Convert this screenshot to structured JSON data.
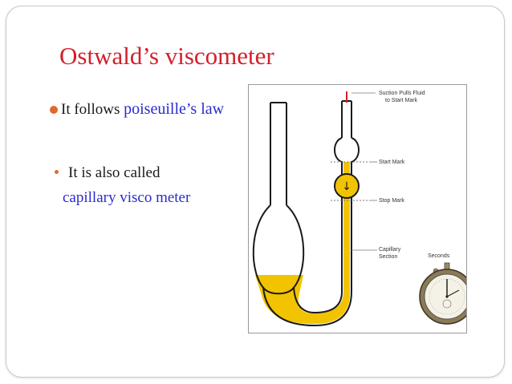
{
  "slide": {
    "title": "Ostwald’s viscometer",
    "bullet1_prefix": "It follows ",
    "bullet1_highlight": "poiseuille’s  law",
    "bullet2_line1": "It is also called",
    "bullet2_line2": "capillary visco meter"
  },
  "figure": {
    "suction_label_1": "Suction Pulls Fluid",
    "suction_label_2": "to Start Mark",
    "start_mark": "Start Mark",
    "stop_mark": "Stop Mark",
    "capillary_1": "Capillary",
    "capillary_2": "Section",
    "seconds": "Seconds",
    "arrow_glyph": "↓"
  },
  "colors": {
    "title": "#d31f2a",
    "accent_blue": "#2a2ad0",
    "bullet": "#e06a2c",
    "fluid": "#f2c300"
  }
}
